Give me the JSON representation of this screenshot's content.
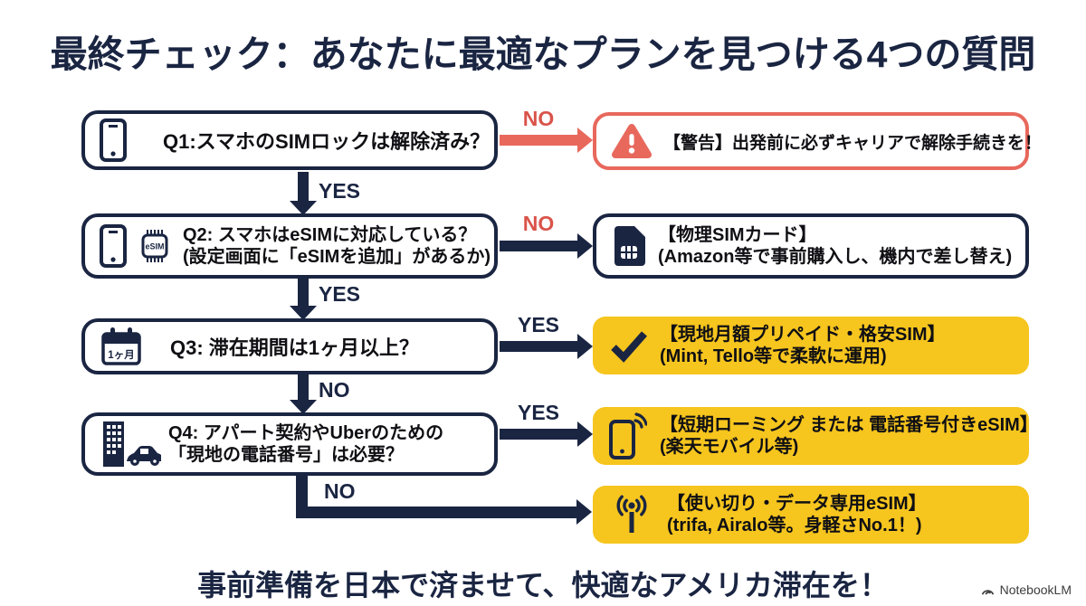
{
  "title": "最終チェック：あなたに最適なプランを見つける4つの質問",
  "footer": "事前準備を日本で済ませて、快適なアメリカ滞在を！",
  "watermark": "NotebookLM",
  "colors": {
    "navy": "#1a2542",
    "salmon_arrow": "#e8685c",
    "red_label": "#d9544a",
    "yellow_box": "#f6c51e",
    "box_bg": "#ffffff"
  },
  "questions": {
    "q1": {
      "text": "Q1:スマホのSIMロックは解除済み？"
    },
    "q2": {
      "line1": "Q2: スマホはeSIMに対応している？",
      "line2": "(設定画面に「eSIMを追加」があるか)",
      "chip_label": "eSIM"
    },
    "q3": {
      "text": "Q3: 滞在期間は1ヶ月以上？",
      "calendar_label": "1ヶ月"
    },
    "q4": {
      "line1": "Q4: アパート契約やUberのための",
      "line2": "「現地の電話番号」は必要？"
    }
  },
  "results": {
    "warning": {
      "text": "【警告】出発前に必ずキャリアで解除手続きを！"
    },
    "physical_sim": {
      "line1": "【物理SIMカード】",
      "line2": "(Amazon等で事前購入し、機内で差し替え)"
    },
    "prepaid_sim": {
      "line1": "【現地月額プリペイド・格安SIM】",
      "line2": "(Mint, Tello等で柔軟に運用)"
    },
    "roaming_esim": {
      "line1": "【短期ローミング または 電話番号付きeSIM】",
      "line2": "(楽天モバイル等)"
    },
    "data_esim": {
      "line1": "【使い切り・データ専用eSIM】",
      "line2": "(trifa, Airalo等。身軽さNo.1！)"
    }
  },
  "edges": {
    "q1_no": "NO",
    "q1_yes": "YES",
    "q2_no": "NO",
    "q2_yes": "YES",
    "q3_yes": "YES",
    "q3_no": "NO",
    "q4_yes": "YES",
    "q4_no": "NO"
  }
}
